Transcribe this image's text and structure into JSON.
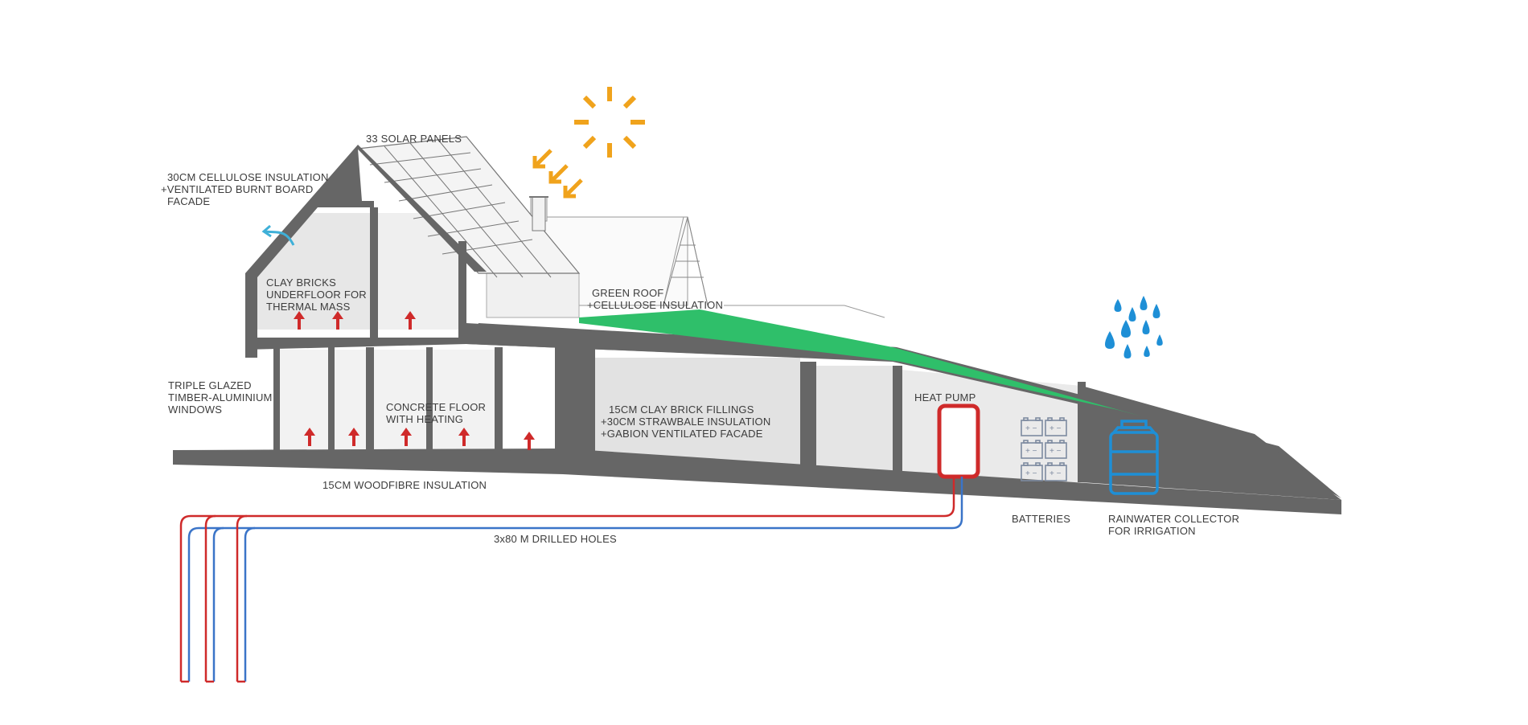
{
  "labels": {
    "solar_panels": "33 SOLAR PANELS",
    "cellulose": [
      "30CM CELLULOSE INSULATION",
      "+VENTILATED BURNT BOARD",
      "FACADE"
    ],
    "clay_bricks": [
      "CLAY BRICKS",
      "UNDERFLOOR FOR",
      "THERMAL MASS"
    ],
    "green_roof": [
      "GREEN ROOF",
      "+CELLULOSE INSULATION"
    ],
    "windows": [
      "TRIPLE GLAZED",
      "TIMBER-ALUMINIUM",
      "WINDOWS"
    ],
    "concrete": [
      "CONCRETE FLOOR",
      "WITH HEATING"
    ],
    "clay_fillings": [
      "15CM CLAY BRICK FILLINGS",
      "+30CM STRAWBALE INSULATION",
      "+GABION VENTILATED FACADE"
    ],
    "heat_pump": "HEAT PUMP",
    "woodfibre": "15CM WOODFIBRE INSULATION",
    "drilled": "3x80 M DRILLED HOLES",
    "batteries": "BATTERIES",
    "rainwater": [
      "RAINWATER COLLECTOR",
      "FOR IRRIGATION"
    ]
  },
  "icons": {
    "sun": "sun-icon",
    "sun_rays": "sun-ray-arrow-icon",
    "rain": "raindrop-icon",
    "heat": "heat-arrow-icon",
    "vent": "ventilation-arrow-icon",
    "battery": "battery-icon",
    "tank": "water-tank-icon"
  },
  "colors": {
    "structure": "#666666",
    "green_roof": "#2fbf6a",
    "sun": "#f0a31c",
    "rain": "#1e8fd6",
    "hot_pipe": "#cf2a2a",
    "cold_pipe": "#3a74c8",
    "heat_arrow": "#cf2a2a",
    "battery": "#7d8aa0",
    "tank": "#1e8fd6"
  }
}
